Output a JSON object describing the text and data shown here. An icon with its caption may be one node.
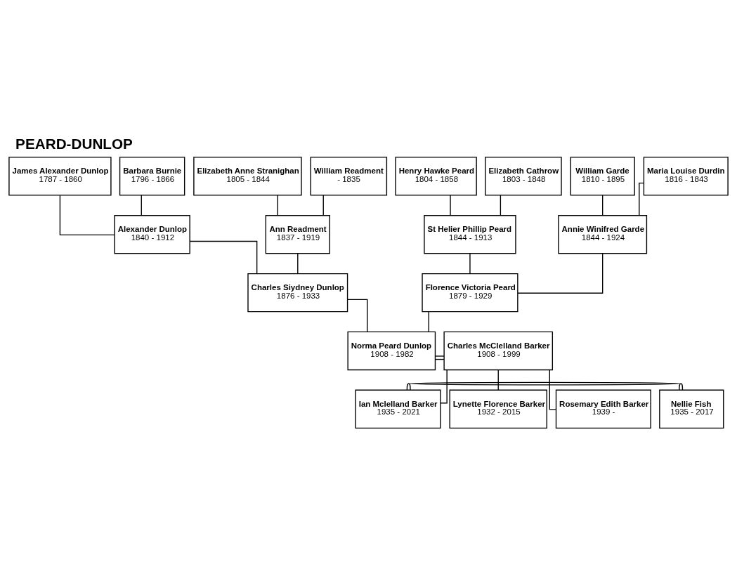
{
  "diagram": {
    "title": "PEARD-DUNLOP",
    "nodes": [
      {
        "text": [
          "James Alexander Dunlop",
          "1787 - 1860"
        ]
      },
      {
        "text": [
          "Barbara Burnie",
          "1796 - 1866"
        ]
      },
      {
        "text": [
          "William Readment",
          "- 1835"
        ]
      },
      {
        "text": [
          "Elizabeth Anne Stranighan",
          "1805 - 1844"
        ]
      },
      {
        "text": [
          "Henry Hawke Peard",
          "1804 - 1858"
        ]
      },
      {
        "text": [
          "Elizabeth Cathrow",
          "1803 - 1848"
        ]
      },
      {
        "text": [
          "William Garde",
          "1810 - 1895"
        ]
      },
      {
        "text": [
          "Maria Louise Durdin",
          "1816 - 1843"
        ]
      },
      {
        "text": [
          "Alexander Dunlop",
          "1840 - 1912"
        ]
      },
      {
        "text": [
          "Ann Readment",
          "1837 - 1919"
        ]
      },
      {
        "text": [
          "St Helier Phillip Peard",
          "1844 - 1913"
        ]
      },
      {
        "text": [
          "Annie Winifred Garde",
          "1844 - 1924"
        ]
      },
      {
        "text": [
          "Charles Siydney Dunlop",
          "1876 - 1933"
        ]
      },
      {
        "text": [
          "Florence Victoria Peard",
          "1879 - 1929"
        ]
      },
      {
        "text": [
          "Norma Peard Dunlop",
          "1908 - 1982"
        ]
      },
      {
        "text": [
          "Charles McClelland Barker",
          "1908 - 1999"
        ]
      },
      {
        "text": [
          "Lynette Florence Barker",
          "1932 - 2015"
        ]
      },
      {
        "text": [
          "Ian Mclelland Barker",
          "1935 - 2021"
        ]
      },
      {
        "text": [
          "Nellie Fish",
          "1935 - 2017"
        ]
      },
      {
        "text": [
          "Rosemary Edith Barker",
          "1939 -"
        ]
      }
    ],
    "edges": [
      {
        "from": 0,
        "to": 8,
        "arrow": "none"
      },
      {
        "from": 1,
        "to": 8,
        "arrow": "none"
      },
      {
        "from": 2,
        "to": 9,
        "arrow": "none"
      },
      {
        "from": 3,
        "to": 9,
        "arrow": "none"
      },
      {
        "from": 4,
        "to": 10,
        "arrow": "none"
      },
      {
        "from": 5,
        "to": 10,
        "arrow": "none"
      },
      {
        "from": 6,
        "to": 11,
        "arrow": "none"
      },
      {
        "from": 7,
        "to": 11,
        "arrow": "none"
      },
      {
        "from": 8,
        "to": 12,
        "arrow": "none"
      },
      {
        "from": 9,
        "to": 12,
        "arrow": "none"
      },
      {
        "from": 10,
        "to": 13,
        "arrow": "none"
      },
      {
        "from": 11,
        "to": 13,
        "arrow": "none"
      },
      {
        "from": 12,
        "to": 14,
        "arrow": "none"
      },
      {
        "from": 13,
        "to": 14,
        "arrow": "none"
      },
      {
        "from": 14,
        "to": 15,
        "arrow": "none"
      },
      {
        "from": 15,
        "to": 16,
        "arrow": "none"
      },
      {
        "from": 15,
        "to": 17,
        "arrow": "none"
      },
      {
        "from": 15,
        "to": 19,
        "arrow": "none"
      },
      {
        "from": 17,
        "to": 18,
        "arrow": "none"
      }
    ]
  }
}
